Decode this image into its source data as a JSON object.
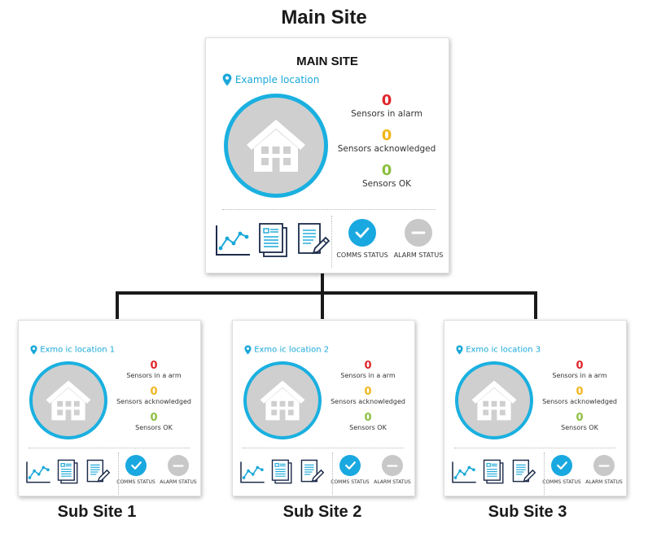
{
  "main_heading": "Main Site",
  "main_card": {
    "title": "MAIN SITE",
    "location": "Example location",
    "stats": [
      {
        "value": "0",
        "label": "Sensors in alarm",
        "color": "#e0262b"
      },
      {
        "value": "0",
        "label": "Sensors acknowledged",
        "color": "#f2b51c"
      },
      {
        "value": "0",
        "label": "Sensors OK",
        "color": "#8cbf3f"
      }
    ],
    "comms_label": "COMMS STATUS",
    "alarm_label": "ALARM STATUS"
  },
  "sub_sites": [
    {
      "heading": "Sub Site 1",
      "location": "Exmo ic location 1",
      "stats": [
        {
          "value": "0",
          "label": "Sensors in a arm"
        },
        {
          "value": "0",
          "label": "Sensors acknowledged"
        },
        {
          "value": "0",
          "label": "Sensors OK"
        }
      ],
      "comms_label": "COMMS STATUS",
      "alarm_label": "ALARM STATUS"
    },
    {
      "heading": "Sub Site 2",
      "location": "Exmo ic location 2",
      "stats": [
        {
          "value": "0",
          "label": "Sensors in a arm"
        },
        {
          "value": "0",
          "label": "Sensors acknowledged"
        },
        {
          "value": "0",
          "label": "Sensors OK"
        }
      ],
      "comms_label": "COMMS STATUS",
      "alarm_label": "ALARM STATUS"
    },
    {
      "heading": "Sub Site 3",
      "location": "Exmo ic location 3",
      "stats": [
        {
          "value": "0",
          "label": "Sensors in a arm"
        },
        {
          "value": "0",
          "label": "Sensors acknowledged"
        },
        {
          "value": "0",
          "label": "Sensors OK"
        }
      ],
      "comms_label": "COMMS STATUS",
      "alarm_label": "ALARM STATUS"
    }
  ],
  "icons": {
    "location": "map-pin-icon",
    "site": "house-icon",
    "chart": "line-chart-icon",
    "report": "document-icon",
    "edit": "edit-document-icon",
    "comms": "checkmark-icon",
    "alarm": "minus-icon"
  },
  "colors": {
    "accent": "#1aa8e0",
    "alarm": "#e0262b",
    "acknowledged": "#f2b51c",
    "ok": "#8cbf3f",
    "inactive": "#c8c8c8"
  }
}
